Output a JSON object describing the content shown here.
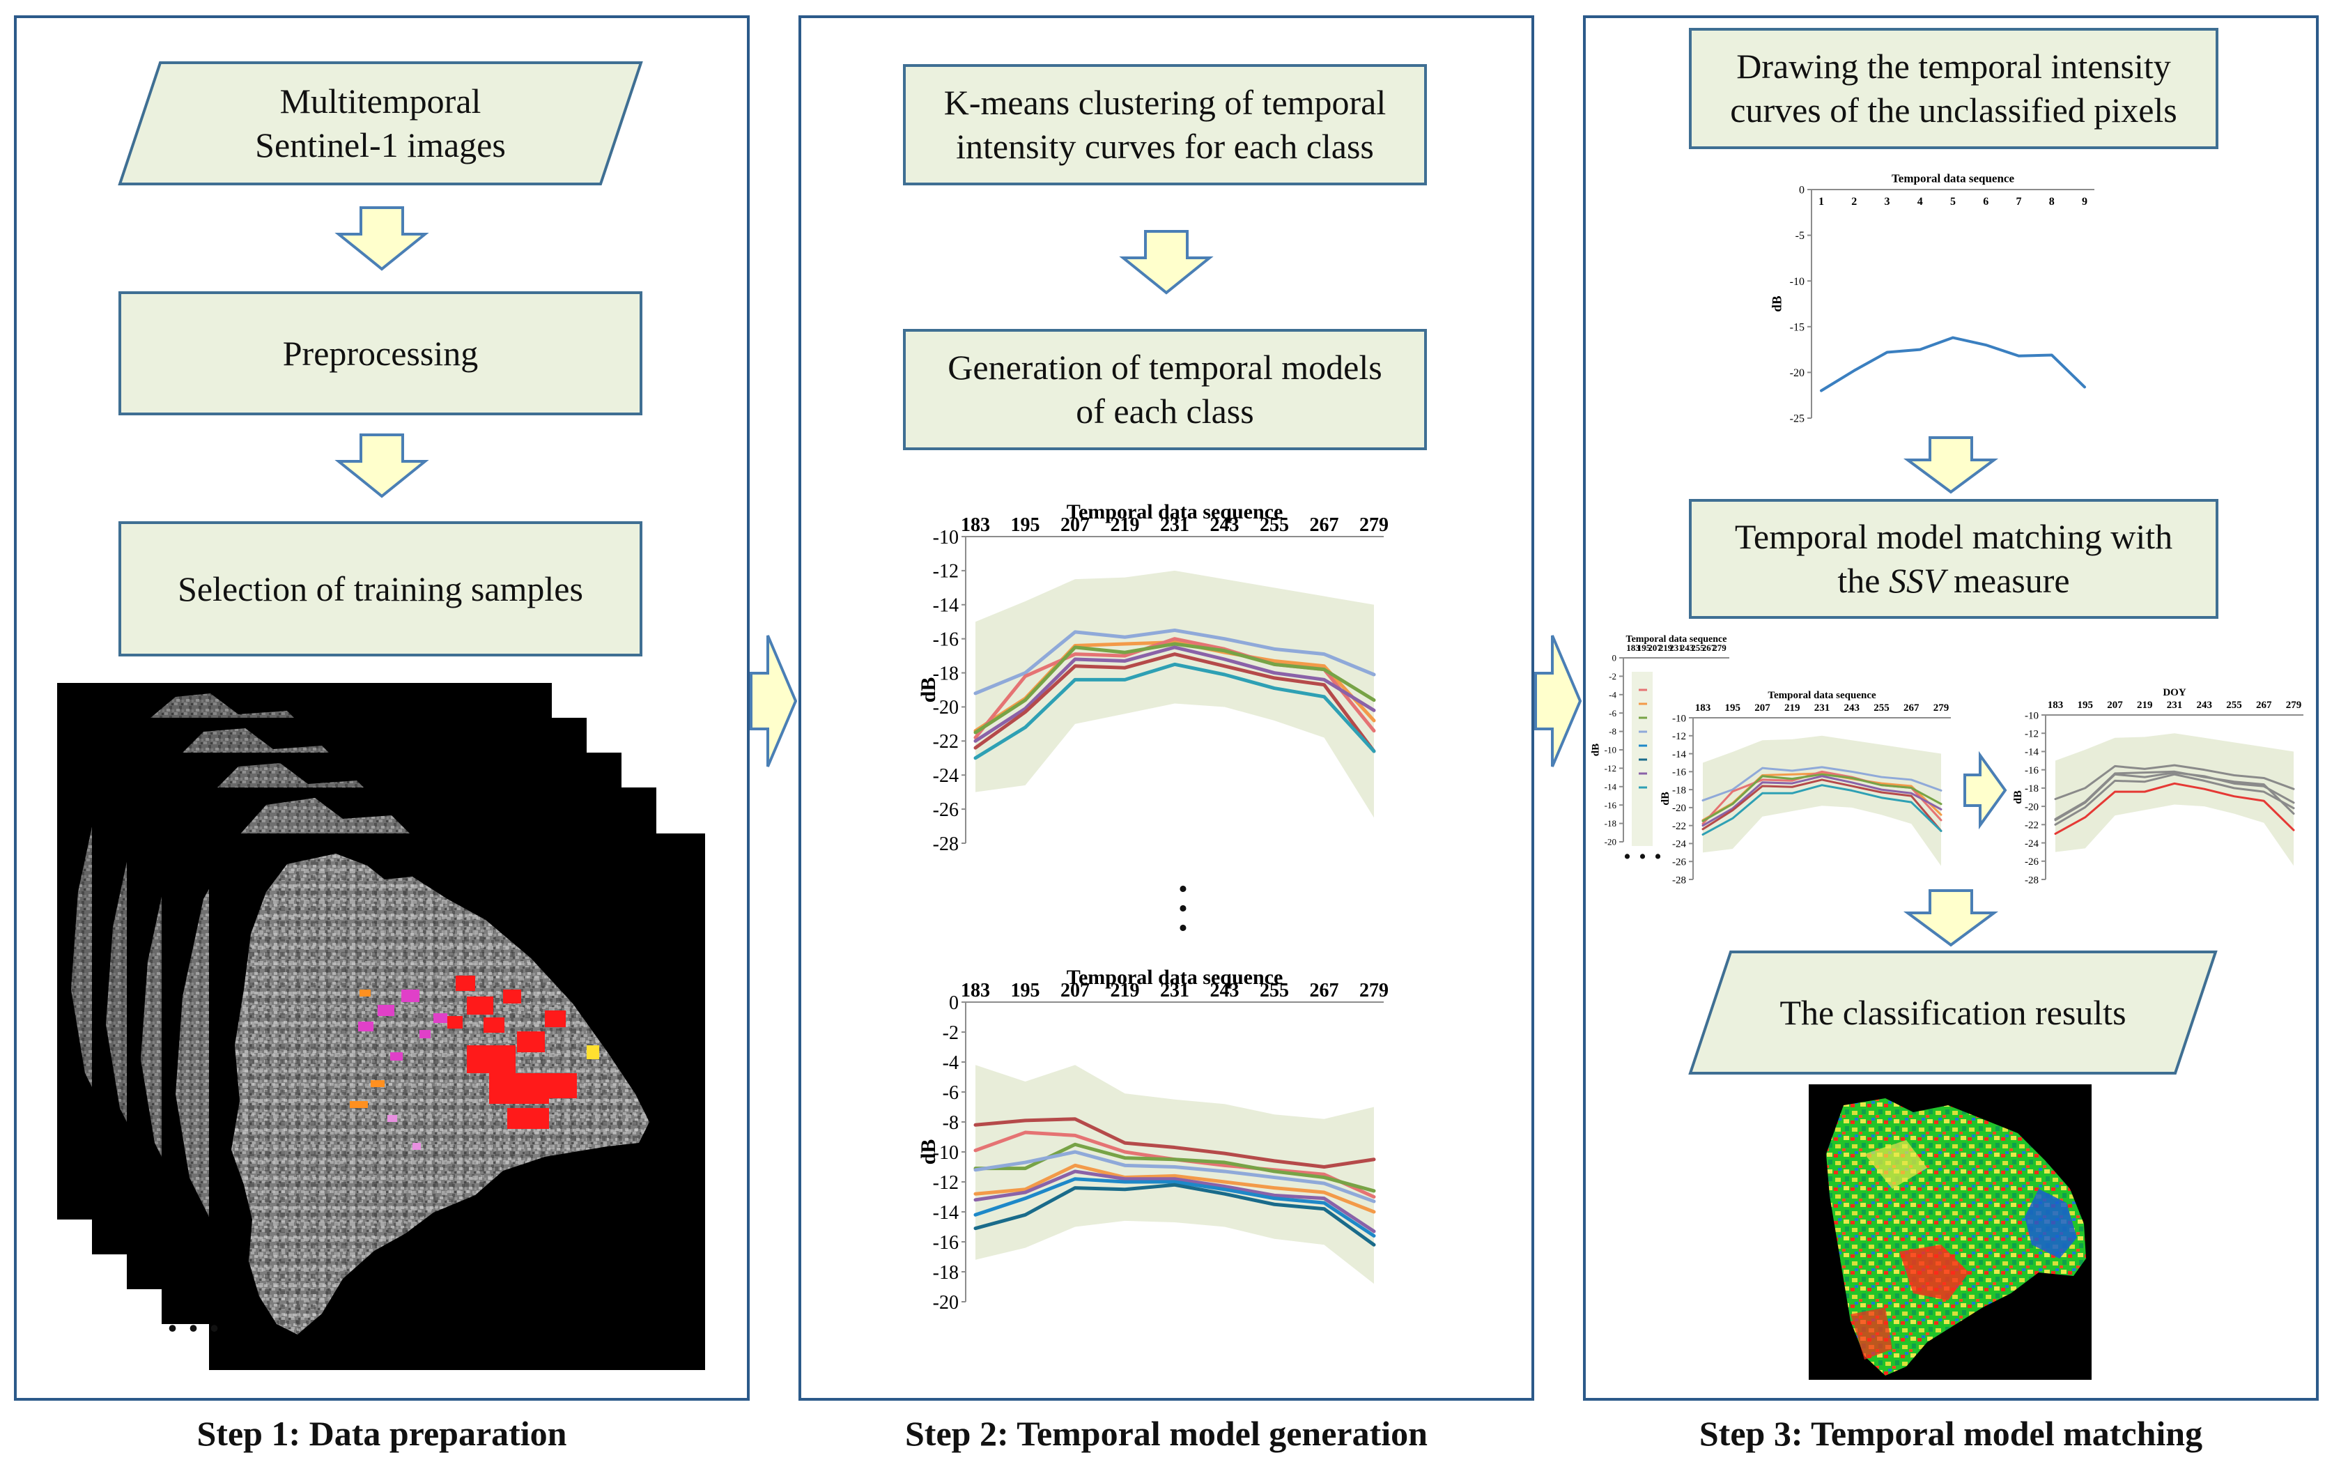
{
  "step1": {
    "label": "Step 1: Data preparation",
    "input_line1": "Multitemporal",
    "input_line2": "Sentinel-1 images",
    "preprocessing": "Preprocessing",
    "selection": "Selection of training samples",
    "ellipsis": ". . ."
  },
  "step2": {
    "label": "Step 2: Temporal model generation",
    "kmeans_line1": "K-means clustering of temporal",
    "kmeans_line2": "intensity curves for each class",
    "generation_line1": "Generation of temporal models",
    "generation_line2": "of each class",
    "vdots": ". . ."
  },
  "step3": {
    "label": "Step 3: Temporal model matching",
    "drawing_line1": "Drawing the temporal intensity",
    "drawing_line2": "curves of the unclassified pixels",
    "matching_line1": "Temporal model matching with",
    "matching_line2_pre": "the ",
    "matching_line2_em": "SSV",
    "matching_line2_post": " measure",
    "results": "The classification results",
    "ellipsis": ". . ."
  },
  "colors": {
    "panel_border": "#2c5a8a",
    "box_fill": "#ebf1de",
    "box_border": "#3f6f93",
    "arrow_fill": "#ffffcc",
    "arrow_stroke": "#4a7fb5",
    "envelope": "#e8edd9"
  },
  "chart_data": [
    {
      "id": "model-upper",
      "type": "line",
      "title": "Temporal data sequence",
      "ylabel": "dB",
      "x": [
        "183",
        "195",
        "207",
        "219",
        "231",
        "243",
        "255",
        "267",
        "279"
      ],
      "ylim": [
        -28,
        -10
      ],
      "ystep": 2,
      "yticks": [
        "-10",
        "-12",
        "-14",
        "-16",
        "-18",
        "-20",
        "-22",
        "-24",
        "-26",
        "-28"
      ],
      "envelope_upper": [
        -15.0,
        -13.8,
        -12.5,
        -12.4,
        -12.0,
        -12.5,
        -13.0,
        -13.5,
        -14.0
      ],
      "envelope_lower": [
        -25.0,
        -24.6,
        -21.0,
        -20.4,
        -19.8,
        -20.0,
        -20.8,
        -21.8,
        -26.5
      ],
      "series": [
        {
          "color": "#8fa9d9",
          "values": [
            -19.2,
            -18.0,
            -15.6,
            -15.9,
            -15.5,
            -16.0,
            -16.6,
            -16.9,
            -18.1
          ]
        },
        {
          "color": "#f39a49",
          "values": [
            -21.4,
            -19.5,
            -16.4,
            -16.3,
            -16.2,
            -16.8,
            -17.3,
            -17.6,
            -20.8
          ]
        },
        {
          "color": "#e57373",
          "values": [
            -21.8,
            -18.2,
            -16.9,
            -17.0,
            -16.0,
            -16.6,
            -17.5,
            -17.8,
            -21.4
          ]
        },
        {
          "color": "#77a346",
          "values": [
            -21.5,
            -19.6,
            -16.5,
            -16.8,
            -16.3,
            -16.7,
            -17.5,
            -17.8,
            -19.6
          ]
        },
        {
          "color": "#8a62a8",
          "values": [
            -22.0,
            -20.1,
            -17.2,
            -17.3,
            -16.5,
            -17.2,
            -18.0,
            -18.4,
            -20.2
          ]
        },
        {
          "color": "#b54a4a",
          "values": [
            -22.4,
            -20.3,
            -17.6,
            -17.7,
            -16.9,
            -17.6,
            -18.3,
            -18.7,
            -22.6
          ]
        },
        {
          "color": "#2ea0b4",
          "values": [
            -23.0,
            -21.2,
            -18.4,
            -18.4,
            -17.5,
            -18.1,
            -18.9,
            -19.4,
            -22.6
          ]
        }
      ]
    },
    {
      "id": "model-lower",
      "type": "line",
      "title": "Temporal data sequence",
      "ylabel": "dB",
      "x": [
        "183",
        "195",
        "207",
        "219",
        "231",
        "243",
        "255",
        "267",
        "279"
      ],
      "ylim": [
        -20,
        0
      ],
      "ystep": 2,
      "yticks": [
        "0",
        "-2",
        "-4",
        "-6",
        "-8",
        "-10",
        "-12",
        "-14",
        "-16",
        "-18",
        "-20"
      ],
      "envelope_upper": [
        -4.2,
        -5.3,
        -4.2,
        -6.1,
        -6.5,
        -6.8,
        -7.5,
        -7.8,
        -7.0
      ],
      "envelope_lower": [
        -17.2,
        -16.4,
        -15.0,
        -14.6,
        -14.7,
        -15.0,
        -15.8,
        -16.2,
        -18.8
      ],
      "series": [
        {
          "color": "#b54a4a",
          "values": [
            -8.2,
            -7.9,
            -7.8,
            -9.4,
            -9.7,
            -10.1,
            -10.6,
            -11.0,
            -10.5
          ]
        },
        {
          "color": "#e57373",
          "values": [
            -9.9,
            -8.7,
            -8.9,
            -10.0,
            -10.5,
            -10.9,
            -11.2,
            -11.5,
            -13.0
          ]
        },
        {
          "color": "#77a346",
          "values": [
            -11.1,
            -11.1,
            -9.5,
            -10.4,
            -10.5,
            -10.7,
            -11.3,
            -11.7,
            -12.6
          ]
        },
        {
          "color": "#8fa9d9",
          "values": [
            -11.2,
            -10.7,
            -10.0,
            -10.9,
            -11.0,
            -11.3,
            -11.7,
            -12.1,
            -13.3
          ]
        },
        {
          "color": "#f39a49",
          "values": [
            -12.8,
            -12.5,
            -10.9,
            -11.7,
            -11.6,
            -12.0,
            -12.4,
            -12.7,
            -14.0
          ]
        },
        {
          "color": "#8a62a8",
          "values": [
            -13.2,
            -12.7,
            -11.3,
            -11.8,
            -11.8,
            -12.3,
            -12.9,
            -13.1,
            -15.3
          ]
        },
        {
          "color": "#1e88c8",
          "values": [
            -14.2,
            -13.1,
            -11.8,
            -12.0,
            -12.0,
            -12.5,
            -13.1,
            -13.4,
            -15.6
          ]
        },
        {
          "color": "#1a6b8a",
          "values": [
            -15.1,
            -14.2,
            -12.4,
            -12.5,
            -12.2,
            -12.8,
            -13.5,
            -13.8,
            -16.2
          ]
        }
      ]
    },
    {
      "id": "unclassified-curve",
      "type": "line",
      "title": "Temporal data sequence",
      "ylabel": "dB",
      "x": [
        "1",
        "2",
        "3",
        "4",
        "5",
        "6",
        "7",
        "8",
        "9"
      ],
      "ylim": [
        -25,
        0
      ],
      "ystep": 5,
      "yticks": [
        "0",
        "-5",
        "-10",
        "-15",
        "-20",
        "-25"
      ],
      "series": [
        {
          "color": "#3a7fc0",
          "values": [
            -22.0,
            -19.8,
            -17.8,
            -17.5,
            -16.2,
            -17.0,
            -18.2,
            -18.1,
            -21.6
          ]
        }
      ]
    },
    {
      "id": "matching-small",
      "type": "line",
      "title": "Temporal data sequence",
      "ylabel": "dB",
      "x": [
        "183",
        "195",
        "207",
        "219",
        "231",
        "243",
        "255",
        "267",
        "279"
      ],
      "ylim": [
        -20,
        0
      ],
      "ystep": 2,
      "yticks": [
        "0",
        "-2",
        "-4",
        "-6",
        "-8",
        "-10",
        "-12",
        "-14",
        "-16",
        "-18",
        "-20"
      ],
      "legend_colors": [
        "#e57373",
        "#f39a49",
        "#77a346",
        "#8fa9d9",
        "#1e88c8",
        "#1a6b8a",
        "#8a62a8",
        "#2ea0b4"
      ]
    },
    {
      "id": "matching-models",
      "type": "line",
      "title": "Temporal data sequence",
      "ylabel": "dB",
      "x": [
        "183",
        "195",
        "207",
        "219",
        "231",
        "243",
        "255",
        "267",
        "279"
      ],
      "ylim": [
        -28,
        -10
      ],
      "ystep": 2,
      "yticks": [
        "-10",
        "-12",
        "-14",
        "-16",
        "-18",
        "-20",
        "-22",
        "-24",
        "-26",
        "-28"
      ],
      "envelope_upper": [
        -15.0,
        -13.8,
        -12.5,
        -12.4,
        -12.0,
        -12.5,
        -13.0,
        -13.5,
        -14.0
      ],
      "envelope_lower": [
        -25.0,
        -24.6,
        -21.0,
        -20.4,
        -19.8,
        -20.0,
        -20.8,
        -21.8,
        -26.5
      ],
      "series": [
        {
          "color": "#8fa9d9",
          "values": [
            -19.2,
            -18.0,
            -15.6,
            -15.9,
            -15.5,
            -16.0,
            -16.6,
            -16.9,
            -18.1
          ]
        },
        {
          "color": "#f39a49",
          "values": [
            -21.4,
            -19.5,
            -16.4,
            -16.3,
            -16.2,
            -16.8,
            -17.3,
            -17.6,
            -20.8
          ]
        },
        {
          "color": "#e57373",
          "values": [
            -21.8,
            -18.2,
            -16.9,
            -17.0,
            -16.0,
            -16.6,
            -17.5,
            -17.8,
            -21.4
          ]
        },
        {
          "color": "#77a346",
          "values": [
            -21.5,
            -19.6,
            -16.5,
            -16.8,
            -16.3,
            -16.7,
            -17.5,
            -17.8,
            -19.6
          ]
        },
        {
          "color": "#8a62a8",
          "values": [
            -22.0,
            -20.1,
            -17.2,
            -17.3,
            -16.5,
            -17.2,
            -18.0,
            -18.4,
            -20.2
          ]
        },
        {
          "color": "#b54a4a",
          "values": [
            -22.4,
            -20.3,
            -17.6,
            -17.7,
            -16.9,
            -17.6,
            -18.3,
            -18.7,
            -22.6
          ]
        },
        {
          "color": "#2ea0b4",
          "values": [
            -23.0,
            -21.2,
            -18.4,
            -18.4,
            -17.5,
            -18.1,
            -18.9,
            -19.4,
            -22.6
          ]
        }
      ]
    },
    {
      "id": "matching-result",
      "type": "line",
      "title": "DOY",
      "ylabel": "dB",
      "x": [
        "183",
        "195",
        "207",
        "219",
        "231",
        "243",
        "255",
        "267",
        "279"
      ],
      "ylim": [
        -28,
        -10
      ],
      "ystep": 2,
      "yticks": [
        "-10",
        "-12",
        "-14",
        "-16",
        "-18",
        "-20",
        "-22",
        "-24",
        "-26",
        "-28"
      ],
      "envelope_upper": [
        -15.0,
        -13.8,
        -12.5,
        -12.4,
        -12.0,
        -12.5,
        -13.0,
        -13.5,
        -14.0
      ],
      "envelope_lower": [
        -25.0,
        -24.6,
        -21.0,
        -20.4,
        -19.8,
        -20.0,
        -20.8,
        -21.8,
        -26.5
      ],
      "series": [
        {
          "color": "#8a8a8a",
          "values": [
            -19.2,
            -18.0,
            -15.6,
            -15.9,
            -15.5,
            -16.0,
            -16.6,
            -16.9,
            -18.1
          ]
        },
        {
          "color": "#8a8a8a",
          "values": [
            -21.4,
            -19.5,
            -16.4,
            -16.3,
            -16.2,
            -16.8,
            -17.3,
            -17.6,
            -20.8
          ]
        },
        {
          "color": "#8a8a8a",
          "values": [
            -21.5,
            -19.6,
            -16.5,
            -16.8,
            -16.3,
            -16.7,
            -17.5,
            -17.8,
            -19.6
          ]
        },
        {
          "color": "#8a8a8a",
          "values": [
            -22.0,
            -20.1,
            -17.2,
            -17.3,
            -16.5,
            -17.2,
            -18.0,
            -18.4,
            -20.2
          ]
        },
        {
          "color": "#e53935",
          "values": [
            -23.0,
            -21.2,
            -18.4,
            -18.4,
            -17.5,
            -18.1,
            -18.9,
            -19.4,
            -22.6
          ]
        }
      ]
    }
  ]
}
